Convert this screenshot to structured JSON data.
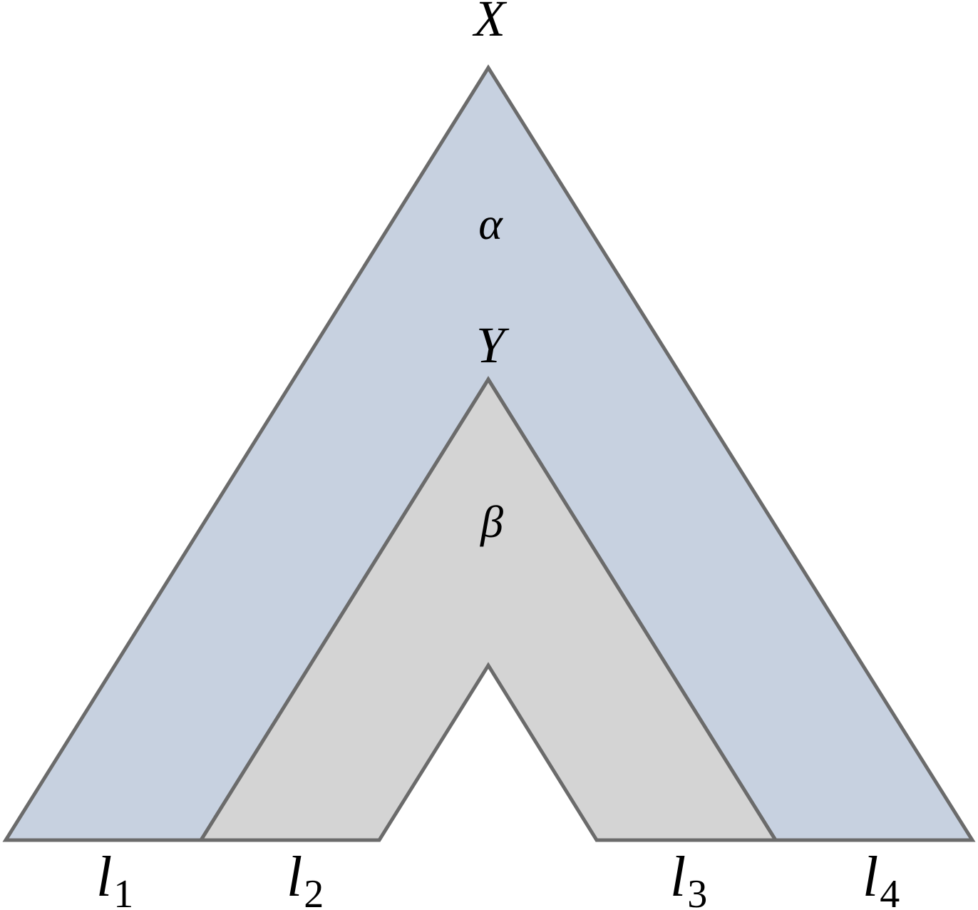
{
  "diagram": {
    "root_label": "X",
    "outer_region_label": "α",
    "inner_root_label": "Y",
    "inner_region_label": "β",
    "leaves": [
      {
        "base": "l",
        "sub": "1"
      },
      {
        "base": "l",
        "sub": "2"
      },
      {
        "base": "l",
        "sub": "3"
      },
      {
        "base": "l",
        "sub": "4"
      }
    ],
    "colors": {
      "outer_fill": "#c7d1e0",
      "inner_fill": "#d4d4d4",
      "stroke": "#6b6b6b"
    }
  }
}
